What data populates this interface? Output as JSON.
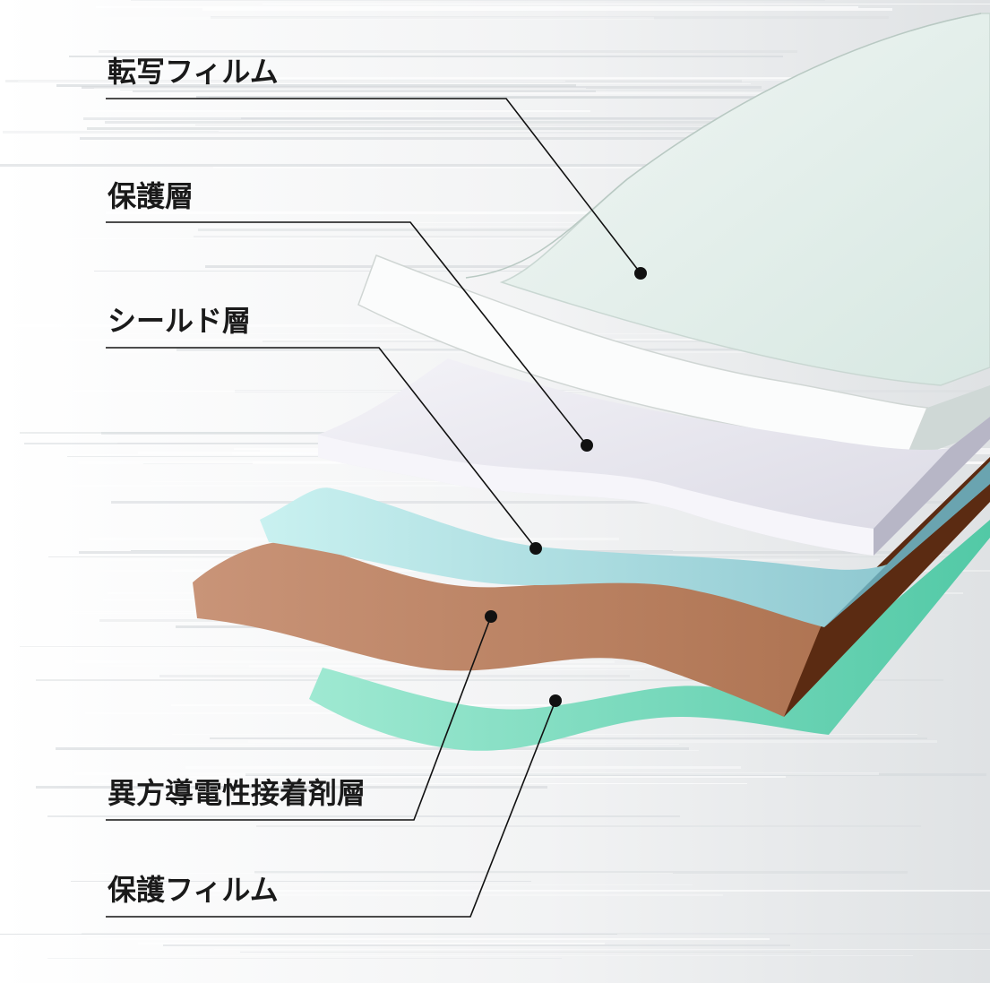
{
  "diagram": {
    "layers": [
      {
        "id": "transfer-film",
        "label": "転写フィルム",
        "color": "#e3efeb"
      },
      {
        "id": "protective-layer",
        "label": "保護層",
        "color": "#e7e6ef"
      },
      {
        "id": "shield-layer",
        "label": "シールド層",
        "color": "#9fd6dc"
      },
      {
        "id": "adhesive-layer",
        "label": "異方導電性接着剤層",
        "color": "#b37a5a"
      },
      {
        "id": "protective-film",
        "label": "保護フィルム",
        "color": "#6fd8b8"
      }
    ]
  }
}
